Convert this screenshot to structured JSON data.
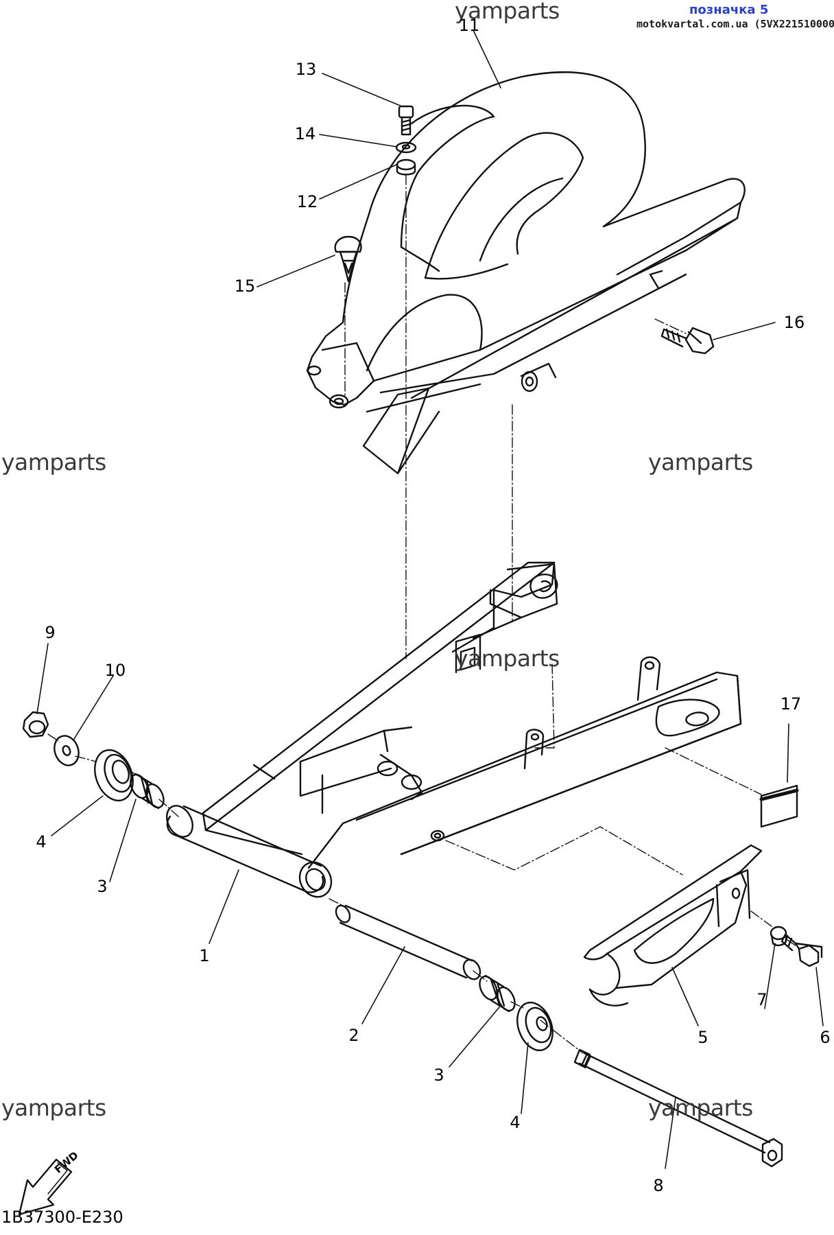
{
  "header": {
    "link_text": "позначка 5",
    "source_text": "motokvartal.com.ua (5VX221510000)"
  },
  "watermarks": [
    "yamparts",
    "yamparts",
    "yamparts",
    "yamparts",
    "yamparts",
    "yamparts",
    "yamparts"
  ],
  "callouts": [
    "1",
    "2",
    "3",
    "3",
    "4",
    "4",
    "5",
    "6",
    "7",
    "8",
    "9",
    "10",
    "11",
    "12",
    "13",
    "14",
    "15",
    "16",
    "17"
  ],
  "diagram_code": "1B37300-E230",
  "fwd_label": "FWD",
  "colors": {
    "line": "#111111",
    "header_link": "#2a3fcf",
    "watermark": "#3a3a3a"
  }
}
